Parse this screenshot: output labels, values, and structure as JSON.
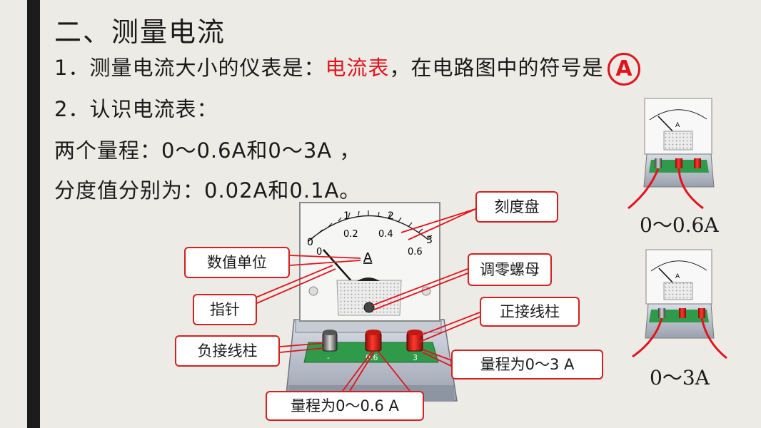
{
  "title": "二、测量电流",
  "line1": {
    "prefix": "1．测量电流大小的仪表是：",
    "highlight": "电流表",
    "suffix": "，在电路图中的符号是",
    "symbol": "A"
  },
  "line2": "2．认识电流表：",
  "line3": "两个量程：0～0.6A和0～3A ，",
  "line4": "分度值分别为：0.02A和0.1A。",
  "meter": {
    "top_scale": [
      "0",
      "1",
      "2",
      "3"
    ],
    "bottom_scale": [
      "0",
      "0.2",
      "0.4",
      "0.6"
    ],
    "unit": "A",
    "terminal_labels": [
      "-",
      "0.6",
      "3"
    ]
  },
  "callouts": {
    "dial": "刻度盘",
    "unit": "数值单位",
    "zero_nut": "调零螺母",
    "pointer": "指针",
    "positive_post": "正接线柱",
    "negative_post": "负接线柱",
    "range_3": "量程为0～3 A",
    "range_06": "量程为0～0.6 A"
  },
  "small_meters": {
    "top_label": "0～0.6A",
    "bottom_label": "0～3A"
  },
  "colors": {
    "accent_red": "#e0141c",
    "board_green": "#2f9a4a",
    "side_bar": "#1c1c1c",
    "background": "#ecebe6"
  }
}
